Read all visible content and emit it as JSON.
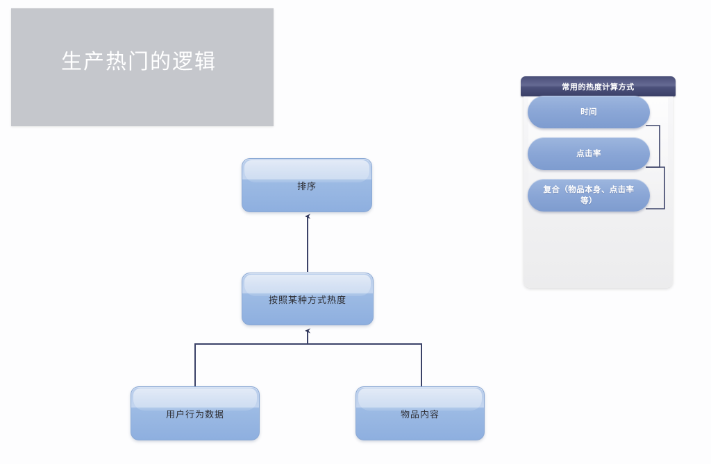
{
  "slide": {
    "title": "生产热门的逻辑",
    "background_color": "#fdfdfe",
    "title_banner_color": "#c5c7cc",
    "title_text_color": "#ffffff"
  },
  "flowchart": {
    "accent_color": "#8eafdf",
    "connector_color": "#3b4268",
    "nodes": [
      {
        "id": "sort",
        "label": "排序"
      },
      {
        "id": "hotness",
        "label": "按照某种方式热度"
      },
      {
        "id": "behavior",
        "label": "用户行为数据"
      },
      {
        "id": "content",
        "label": "物品内容"
      }
    ],
    "edges": [
      {
        "from": "hotness",
        "to": "sort",
        "style": "arrow-up"
      },
      {
        "from": "behavior",
        "to": "hotness",
        "style": "elbow-merge"
      },
      {
        "from": "content",
        "to": "hotness",
        "style": "elbow-merge"
      }
    ]
  },
  "side_panel": {
    "header": "常用的热度计算方式",
    "header_color": "#4b507a",
    "body_color": "#f2f2f4",
    "items": [
      {
        "label": "时间"
      },
      {
        "label": "点击率"
      },
      {
        "label": "复合（物品本身、点击率\n等）"
      }
    ],
    "brackets": [
      {
        "from": 0,
        "to": 1
      },
      {
        "from": 1,
        "to": 2
      }
    ]
  }
}
